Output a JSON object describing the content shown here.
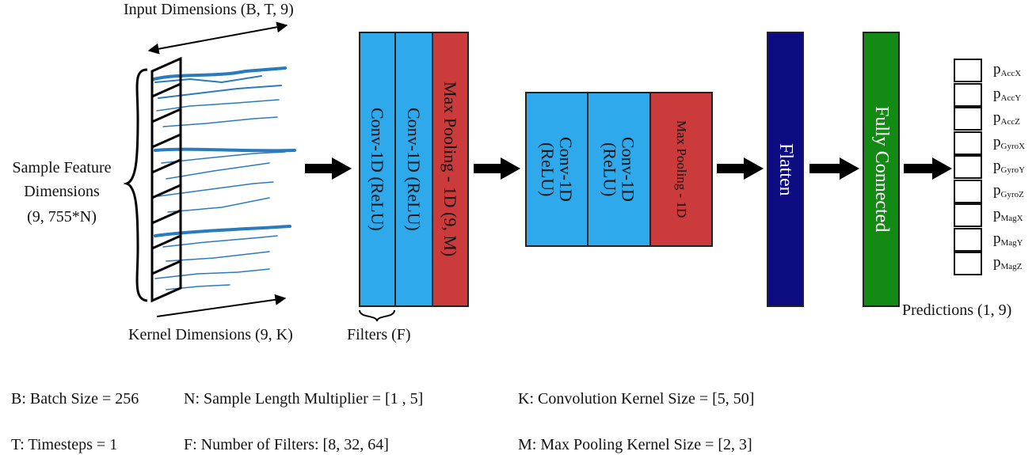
{
  "input": {
    "input_dims_label": "Input Dimensions (B, T, 9)",
    "sample_feature_label": [
      "Sample Feature",
      "Dimensions",
      "(9, 755*N)"
    ],
    "kernel_dims_label": "Kernel Dimensions (9, K)"
  },
  "block1": {
    "conv_a": "Conv-1D (ReLU)",
    "conv_b": "Conv-1D (ReLU)",
    "pool": "Max Pooling - 1D (9, M)",
    "filters_label": "Filters (F)"
  },
  "block2": {
    "conv_a": "Conv-1D\n(ReLU)",
    "conv_b": "Conv-1D\n(ReLU)",
    "pool": "Max Pooling - 1D"
  },
  "flatten": {
    "label": "Flatten"
  },
  "fc": {
    "label": "Fully Connected"
  },
  "output": {
    "predictions_label": "Predictions (1, 9)",
    "items": [
      {
        "base": "p",
        "sub": "AccX"
      },
      {
        "base": "p",
        "sub": "AccY"
      },
      {
        "base": "p",
        "sub": "AccZ"
      },
      {
        "base": "p",
        "sub": "GyroX"
      },
      {
        "base": "p",
        "sub": "GyroY"
      },
      {
        "base": "p",
        "sub": "GyroZ"
      },
      {
        "base": "p",
        "sub": "MagX"
      },
      {
        "base": "p",
        "sub": "MagY"
      },
      {
        "base": "p",
        "sub": "MagZ"
      }
    ]
  },
  "legend": {
    "batch": "B: Batch Size = 256",
    "timesteps": "T: Timesteps = 1",
    "sample_len": "N: Sample Length Multiplier = [1 , 5]",
    "num_filters": "F: Number of Filters: [8, 32, 64]",
    "conv_kernel": "K: Convolution Kernel Size = [5, 50]",
    "pool_kernel": "M: Max Pooling Kernel Size = [2, 3]"
  },
  "colors": {
    "conv": "#2ea9ec",
    "pool": "#cc3b3b",
    "flatten": "#0c0c80",
    "fc": "#138a13",
    "signal": "#2a7bbd",
    "arrow": "#000000"
  },
  "icons": [
    "double-arrow-icon",
    "brace-icon",
    "right-arrow-icon"
  ]
}
